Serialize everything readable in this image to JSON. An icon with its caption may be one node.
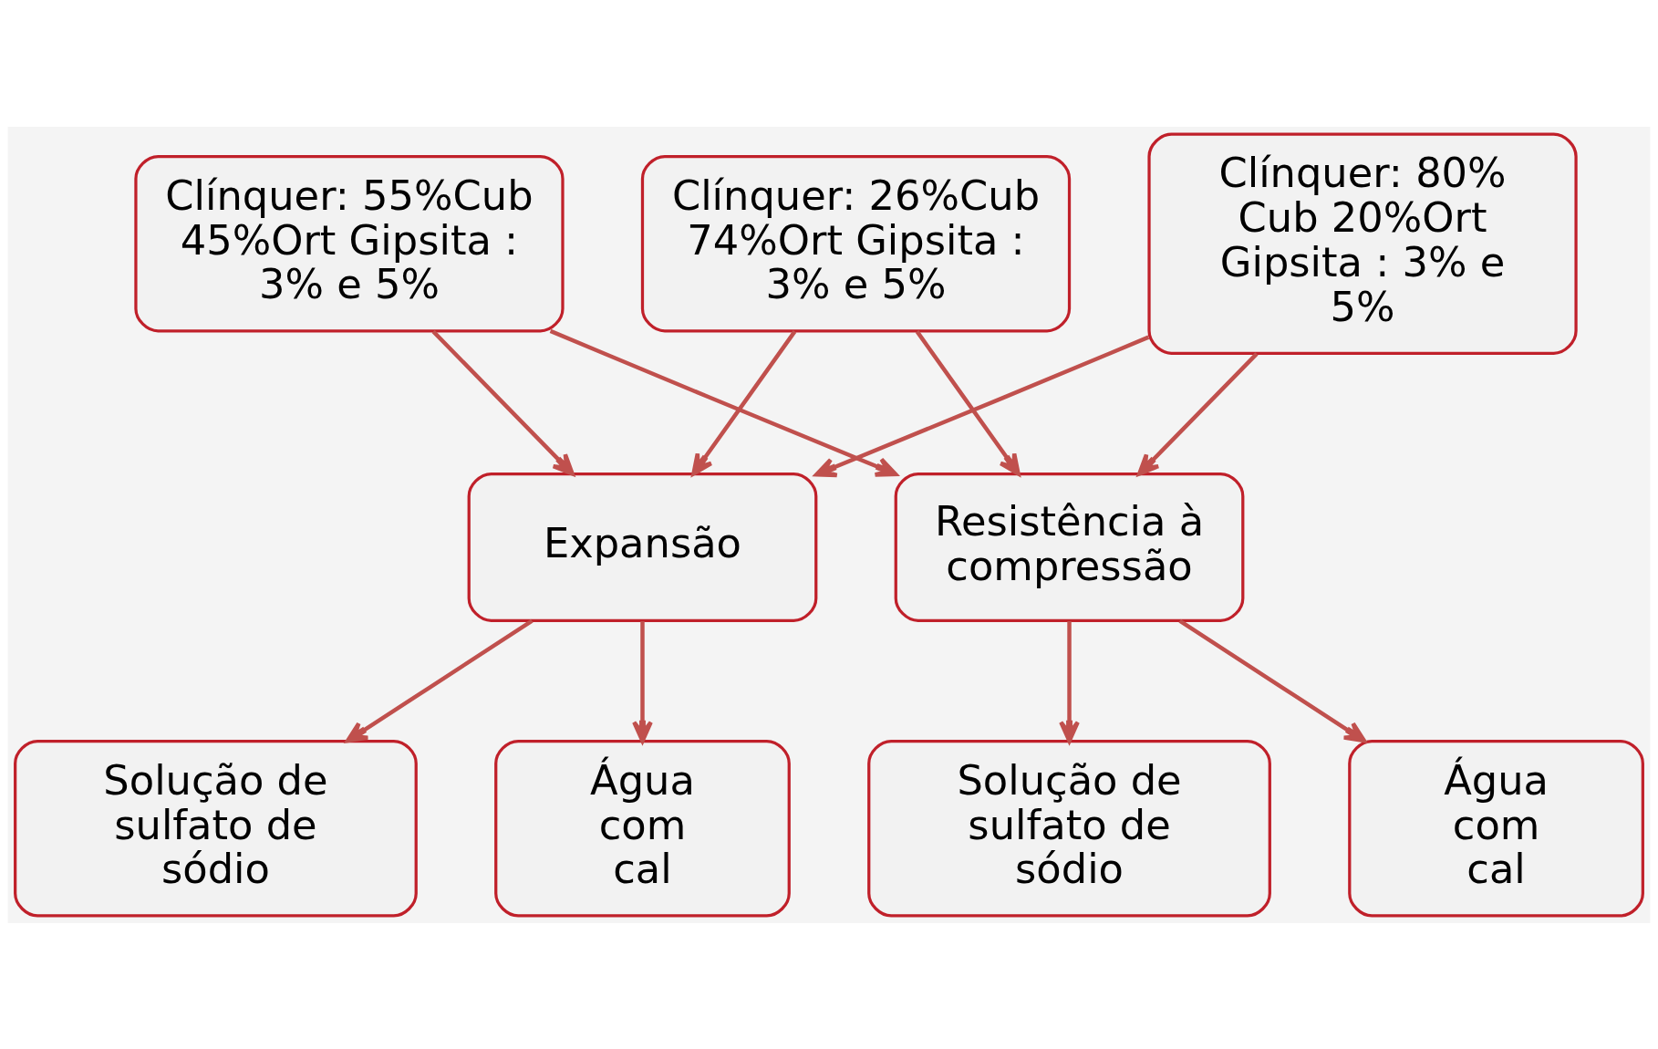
{
  "diagram": {
    "nodes": [
      {
        "text": [
          "Clínquer: 55%Cub 45%Ort Gipsita : 3% e 5%"
        ]
      },
      {
        "text": [
          "Clínquer: 26%Cub 74%Ort Gipsita : 3% e 5%"
        ]
      },
      {
        "text": [
          "Clínquer: 80% Cub 20%Ort Gipsita : 3% e 5%"
        ]
      },
      {
        "text": [
          "Expansão"
        ]
      },
      {
        "text": [
          "Resistência à compressão"
        ]
      },
      {
        "text": [
          "Solução de sulfato de sódio"
        ]
      },
      {
        "text": [
          "Água com cal"
        ]
      },
      {
        "text": [
          "Solução de sulfato de sódio"
        ]
      },
      {
        "text": [
          "Água com cal"
        ]
      }
    ],
    "edges": [
      {
        "from": 0,
        "to": 3,
        "arrow": "to"
      },
      {
        "from": 0,
        "to": 4,
        "arrow": "to"
      },
      {
        "from": 1,
        "to": 3,
        "arrow": "to"
      },
      {
        "from": 1,
        "to": 4,
        "arrow": "to"
      },
      {
        "from": 2,
        "to": 3,
        "arrow": "to"
      },
      {
        "from": 2,
        "to": 4,
        "arrow": "to"
      },
      {
        "from": 3,
        "to": 5,
        "arrow": "to"
      },
      {
        "from": 3,
        "to": 6,
        "arrow": "to"
      },
      {
        "from": 4,
        "to": 7,
        "arrow": "to"
      },
      {
        "from": 4,
        "to": 8,
        "arrow": "to"
      }
    ]
  }
}
